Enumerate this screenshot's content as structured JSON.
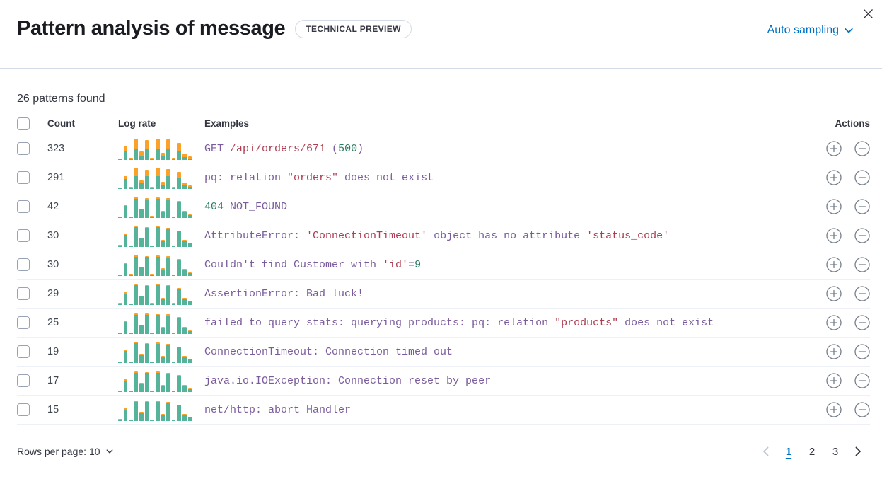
{
  "header": {
    "title": "Pattern analysis of message",
    "badge": "TECHNICAL PREVIEW",
    "sampling_label": "Auto sampling"
  },
  "summary": "26 patterns found",
  "table": {
    "columns": {
      "count": "Count",
      "log_rate": "Log rate",
      "examples": "Examples",
      "actions": "Actions"
    },
    "rows": [
      {
        "count": "323",
        "example": [
          {
            "text": "GET ",
            "color": "purple"
          },
          {
            "text": "/api/orders/671",
            "color": "red"
          },
          {
            "text": " (",
            "color": "purple"
          },
          {
            "text": "500",
            "color": "green"
          },
          {
            "text": ")",
            "color": "purple"
          }
        ],
        "bars": [
          [
            0.05,
            0
          ],
          [
            0.42,
            0.2
          ],
          [
            0.05,
            0.02
          ],
          [
            0.52,
            0.48
          ],
          [
            0.2,
            0.2
          ],
          [
            0.52,
            0.4
          ],
          [
            0.06,
            0.02
          ],
          [
            0.52,
            0.46
          ],
          [
            0.15,
            0.18
          ],
          [
            0.5,
            0.44
          ],
          [
            0.05,
            0.01
          ],
          [
            0.42,
            0.37
          ],
          [
            0.12,
            0.18
          ],
          [
            0.06,
            0.1
          ]
        ]
      },
      {
        "count": "291",
        "example": [
          {
            "text": "pq: relation ",
            "color": "purple"
          },
          {
            "text": "\"orders\"",
            "color": "red"
          },
          {
            "text": " does not exist",
            "color": "purple"
          }
        ],
        "bars": [
          [
            0.05,
            0
          ],
          [
            0.45,
            0.14
          ],
          [
            0.05,
            0.01
          ],
          [
            0.6,
            0.4
          ],
          [
            0.26,
            0.14
          ],
          [
            0.6,
            0.3
          ],
          [
            0.06,
            0.01
          ],
          [
            0.6,
            0.37
          ],
          [
            0.2,
            0.13
          ],
          [
            0.58,
            0.34
          ],
          [
            0.05,
            0.01
          ],
          [
            0.5,
            0.27
          ],
          [
            0.2,
            0.1
          ],
          [
            0.1,
            0.06
          ]
        ]
      },
      {
        "count": "42",
        "example": [
          {
            "text": "404",
            "color": "green"
          },
          {
            "text": " NOT_FOUND",
            "color": "purple"
          }
        ],
        "bars": [
          [
            0.05,
            0
          ],
          [
            0.55,
            0.05
          ],
          [
            0.05,
            0
          ],
          [
            0.9,
            0.08
          ],
          [
            0.37,
            0.03
          ],
          [
            0.86,
            0.05
          ],
          [
            0.06,
            0.01
          ],
          [
            0.9,
            0.06
          ],
          [
            0.3,
            0.03
          ],
          [
            0.85,
            0.06
          ],
          [
            0.05,
            0
          ],
          [
            0.72,
            0.05
          ],
          [
            0.28,
            0.03
          ],
          [
            0.13,
            0.02
          ]
        ]
      },
      {
        "count": "30",
        "example": [
          {
            "text": "AttributeError: ",
            "color": "purple"
          },
          {
            "text": "'ConnectionTimeout'",
            "color": "red"
          },
          {
            "text": " object has no attribute ",
            "color": "purple"
          },
          {
            "text": "'status_code'",
            "color": "red"
          }
        ],
        "bars": [
          [
            0.05,
            0.01
          ],
          [
            0.55,
            0.04
          ],
          [
            0.05,
            0
          ],
          [
            0.92,
            0.04
          ],
          [
            0.37,
            0.02
          ],
          [
            0.88,
            0.04
          ],
          [
            0.06,
            0
          ],
          [
            0.92,
            0.04
          ],
          [
            0.3,
            0.02
          ],
          [
            0.86,
            0.04
          ],
          [
            0.05,
            0
          ],
          [
            0.73,
            0.03
          ],
          [
            0.28,
            0.02
          ],
          [
            0.14,
            0.01
          ]
        ]
      },
      {
        "count": "30",
        "example": [
          {
            "text": "Couldn't find Customer with ",
            "color": "purple"
          },
          {
            "text": "'id'",
            "color": "red"
          },
          {
            "text": "=",
            "color": "purple"
          },
          {
            "text": "9",
            "color": "green"
          }
        ],
        "bars": [
          [
            0.05,
            0
          ],
          [
            0.55,
            0.05
          ],
          [
            0.05,
            0.01
          ],
          [
            0.88,
            0.1
          ],
          [
            0.37,
            0.03
          ],
          [
            0.88,
            0.05
          ],
          [
            0.06,
            0.01
          ],
          [
            0.9,
            0.06
          ],
          [
            0.3,
            0.04
          ],
          [
            0.86,
            0.05
          ],
          [
            0.05,
            0
          ],
          [
            0.72,
            0.05
          ],
          [
            0.28,
            0.03
          ],
          [
            0.13,
            0.02
          ]
        ]
      },
      {
        "count": "29",
        "example": [
          {
            "text": "AssertionError: Bad luck!",
            "color": "purple"
          }
        ],
        "bars": [
          [
            0.05,
            0.01
          ],
          [
            0.5,
            0.08
          ],
          [
            0.05,
            0
          ],
          [
            0.92,
            0.04
          ],
          [
            0.37,
            0.03
          ],
          [
            0.88,
            0.04
          ],
          [
            0.06,
            0.01
          ],
          [
            0.92,
            0.05
          ],
          [
            0.3,
            0.03
          ],
          [
            0.87,
            0.04
          ],
          [
            0.05,
            0.01
          ],
          [
            0.73,
            0.04
          ],
          [
            0.28,
            0.02
          ],
          [
            0.14,
            0.02
          ]
        ]
      },
      {
        "count": "25",
        "example": [
          {
            "text": "failed to query stats: querying products: pq: relation ",
            "color": "purple"
          },
          {
            "text": "\"products\"",
            "color": "red"
          },
          {
            "text": " does not exist",
            "color": "purple"
          }
        ],
        "bars": [
          [
            0.05,
            0
          ],
          [
            0.55,
            0.04
          ],
          [
            0.05,
            0
          ],
          [
            0.9,
            0.06
          ],
          [
            0.37,
            0.02
          ],
          [
            0.9,
            0.05
          ],
          [
            0.06,
            0
          ],
          [
            0.88,
            0.05
          ],
          [
            0.3,
            0.03
          ],
          [
            0.86,
            0.05
          ],
          [
            0.05,
            0
          ],
          [
            0.74,
            0.04
          ],
          [
            0.28,
            0.02
          ],
          [
            0.13,
            0.02
          ]
        ]
      },
      {
        "count": "19",
        "example": [
          {
            "text": "ConnectionTimeout: Connection timed out",
            "color": "purple"
          }
        ],
        "bars": [
          [
            0.05,
            0
          ],
          [
            0.55,
            0.05
          ],
          [
            0.05,
            0
          ],
          [
            0.92,
            0.05
          ],
          [
            0.37,
            0.03
          ],
          [
            0.88,
            0.04
          ],
          [
            0.06,
            0
          ],
          [
            0.9,
            0.05
          ],
          [
            0.3,
            0.02
          ],
          [
            0.86,
            0.04
          ],
          [
            0.05,
            0
          ],
          [
            0.72,
            0.04
          ],
          [
            0.28,
            0.02
          ],
          [
            0.14,
            0.02
          ]
        ]
      },
      {
        "count": "17",
        "example": [
          {
            "text": "java.io.IOException: Connection reset by peer",
            "color": "purple"
          }
        ],
        "bars": [
          [
            0.05,
            0
          ],
          [
            0.52,
            0.06
          ],
          [
            0.05,
            0
          ],
          [
            0.9,
            0.05
          ],
          [
            0.37,
            0.02
          ],
          [
            0.88,
            0.05
          ],
          [
            0.06,
            0
          ],
          [
            0.9,
            0.04
          ],
          [
            0.3,
            0.02
          ],
          [
            0.86,
            0.04
          ],
          [
            0.05,
            0
          ],
          [
            0.73,
            0.04
          ],
          [
            0.28,
            0.02
          ],
          [
            0.13,
            0.01
          ]
        ]
      },
      {
        "count": "15",
        "example": [
          {
            "text": "net/http: abort Handler",
            "color": "purple"
          }
        ],
        "bars": [
          [
            0.05,
            0.01
          ],
          [
            0.5,
            0.1
          ],
          [
            0.05,
            0
          ],
          [
            0.9,
            0.05
          ],
          [
            0.37,
            0.02
          ],
          [
            0.88,
            0.04
          ],
          [
            0.06,
            0
          ],
          [
            0.9,
            0.05
          ],
          [
            0.3,
            0.02
          ],
          [
            0.86,
            0.04
          ],
          [
            0.05,
            0
          ],
          [
            0.72,
            0.04
          ],
          [
            0.28,
            0.02
          ],
          [
            0.14,
            0.02
          ]
        ]
      }
    ]
  },
  "footer": {
    "rows_per_page_label": "Rows per page: 10",
    "pages": [
      "1",
      "2",
      "3"
    ],
    "active_page": "1"
  },
  "colors": {
    "accent": "#0071C2",
    "bar_teal": "#54B399",
    "bar_orange": "#FCA127",
    "code_colors": {
      "purple": "#7A5C9C",
      "red": "#AD3E52",
      "green": "#2B7C5F"
    },
    "icon_gray": "#757D8A",
    "disabled_chevron": "#BEC4CE"
  }
}
